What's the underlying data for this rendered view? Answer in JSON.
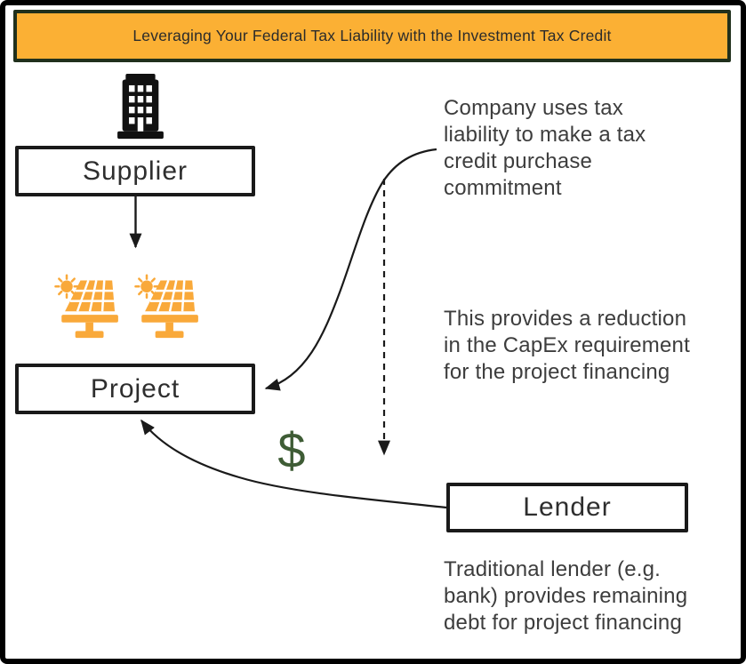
{
  "banner": {
    "title": "Leveraging Your Federal Tax Liability with the Investment Tax Credit"
  },
  "nodes": {
    "supplier": {
      "label": "Supplier"
    },
    "project": {
      "label": "Project"
    },
    "lender": {
      "label": "Lender"
    }
  },
  "notes": {
    "commitment": "Company uses tax\nliability to make a tax\ncredit purchase\ncommitment",
    "capex": "This provides a reduction\nin the CapEx requirement\nfor the project financing",
    "lender": "Traditional lender (e.g.\nbank) provides remaining\ndebt for project financing"
  },
  "symbols": {
    "dollar": "$"
  },
  "icons": {
    "building": "office-building-icon",
    "solar": "solar-panel-icon"
  },
  "colors": {
    "banner-bg": "#FBB034",
    "banner-border": "#20301C",
    "banner-text": "#2B2B2B",
    "panel-orange": "#F9A93A",
    "dollar-green": "#3E5C35",
    "line-dark": "#1A1A1A",
    "note-text": "#3D3D3D",
    "frame-black": "#000000"
  }
}
